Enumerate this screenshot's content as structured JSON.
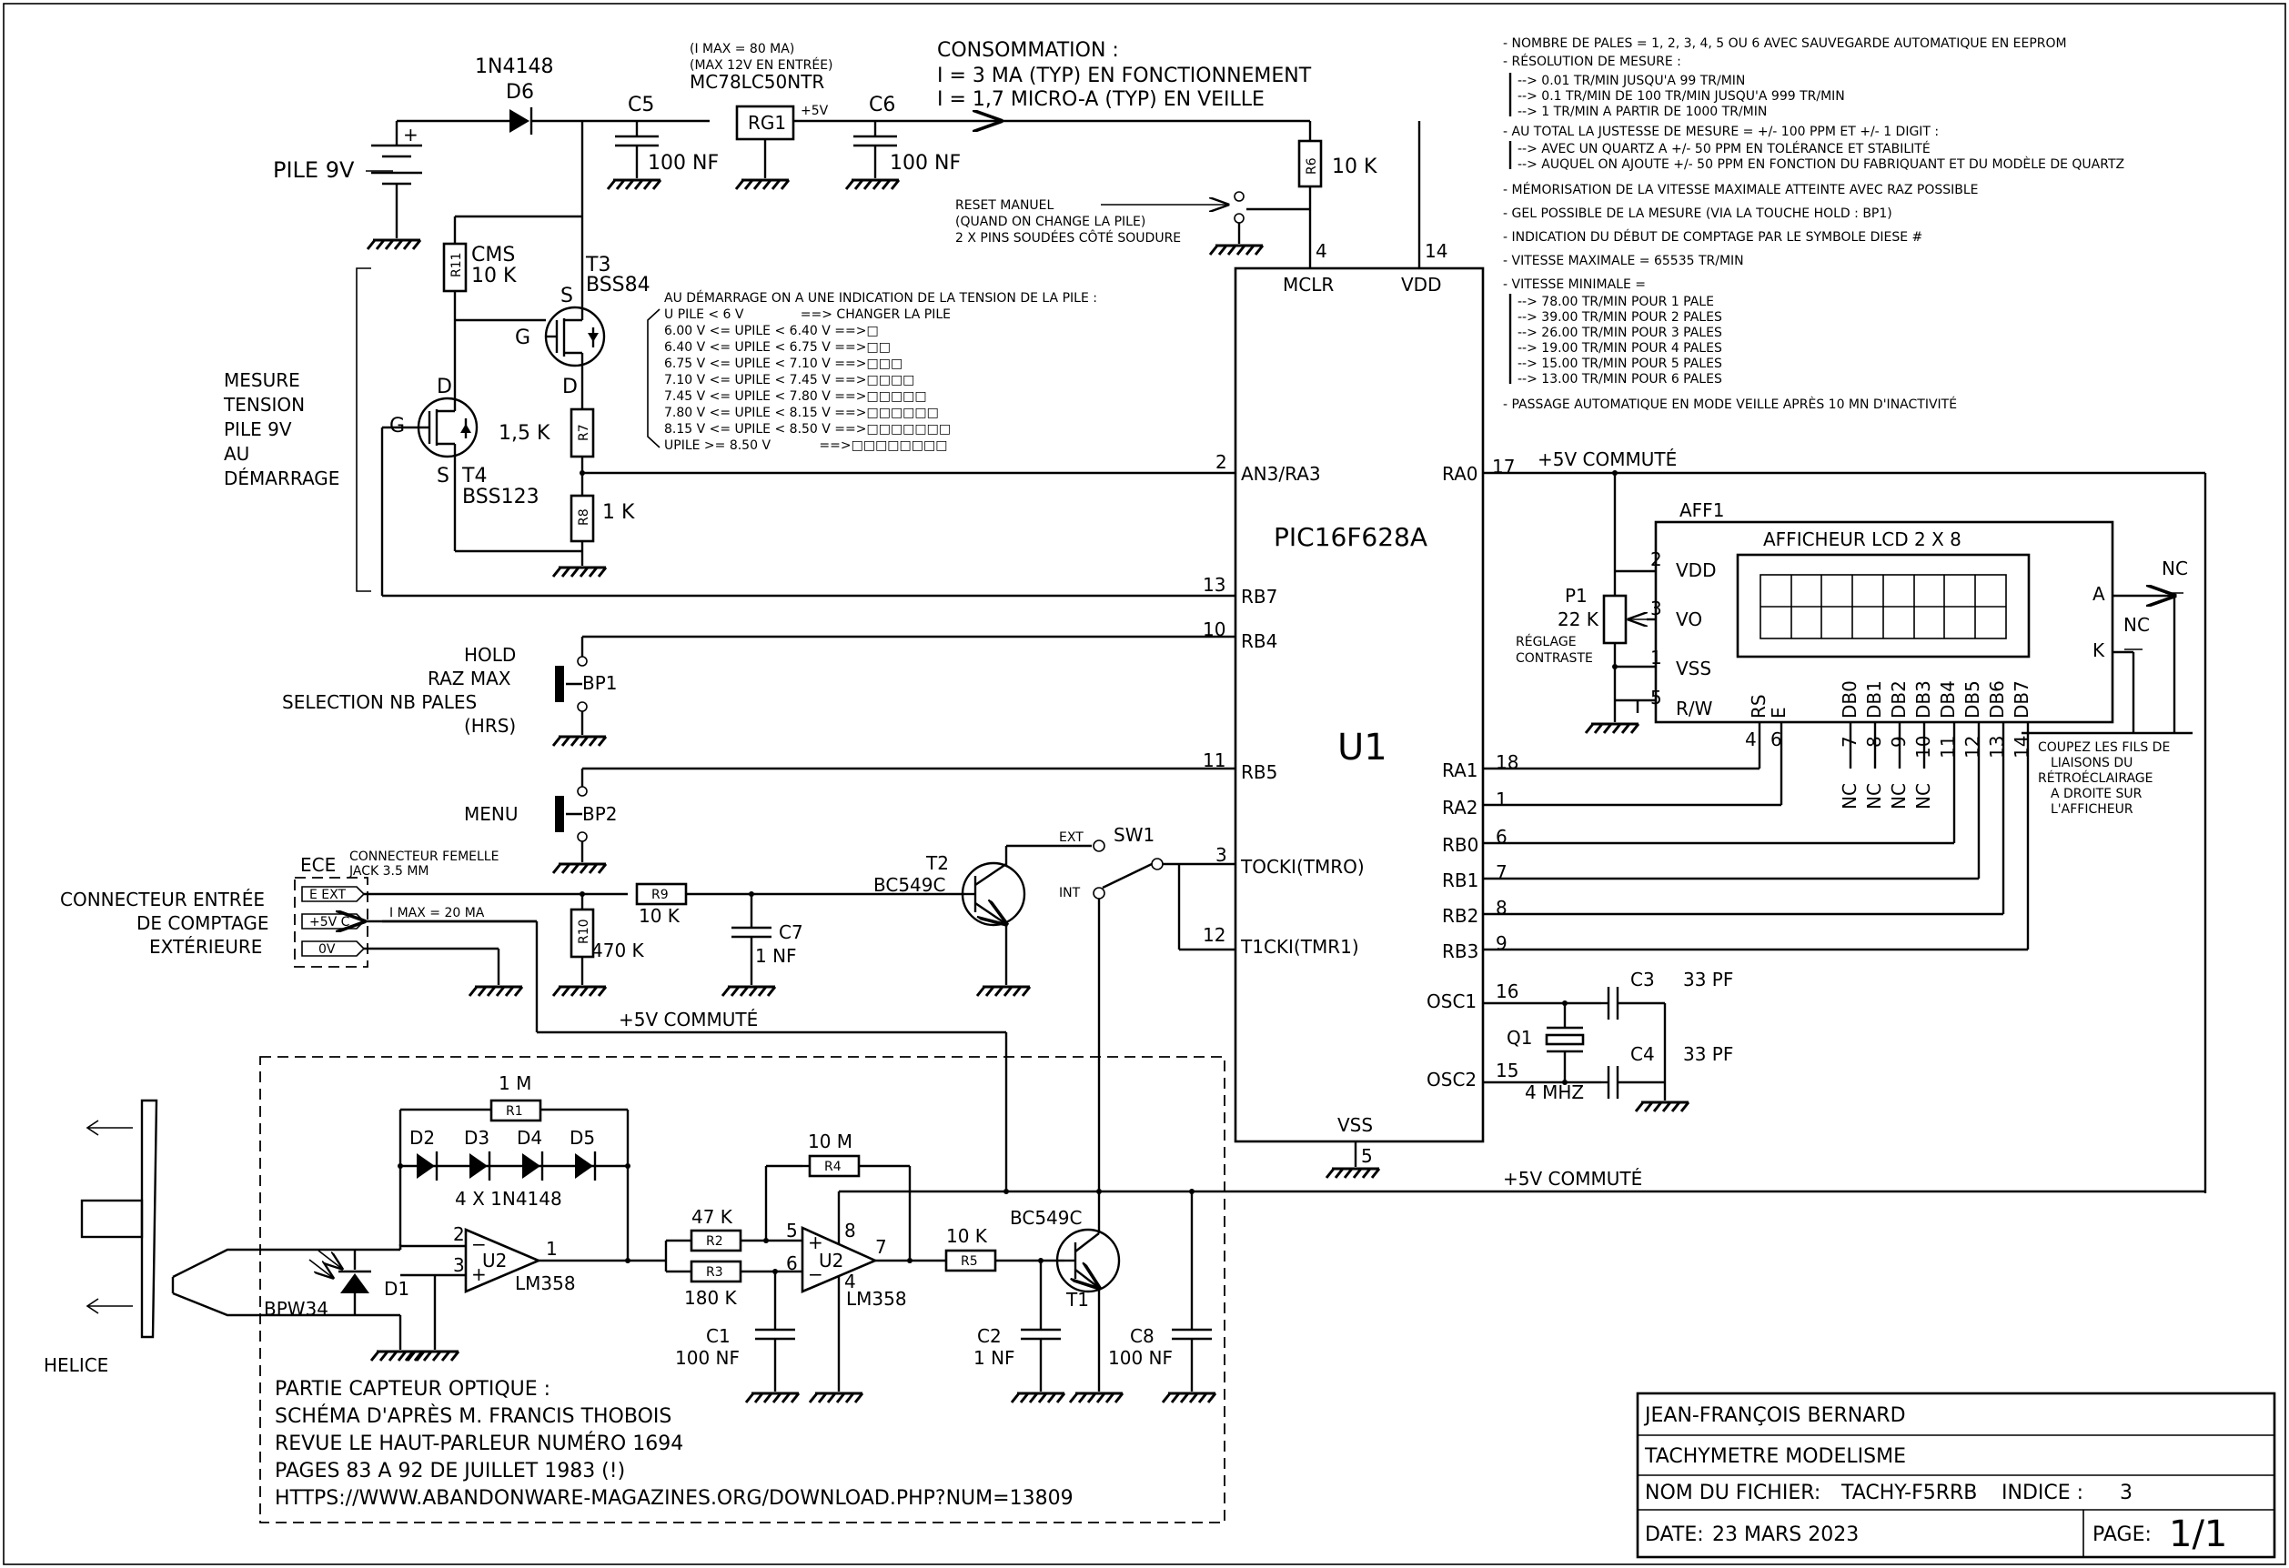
{
  "title_block": {
    "author": "JEAN-FRANÇOIS BERNARD",
    "project": "TACHYMETRE MODELISME",
    "file_label": "NOM DU FICHIER:",
    "file_name": "TACHY-F5RRB",
    "index_label": "INDICE :",
    "index_value": "3",
    "date_label": "DATE:",
    "date_value": "23 MARS 2023",
    "page_label": "PAGE:",
    "page_value": "1/1"
  },
  "notes": [
    "- NOMBRE DE PALES = 1, 2, 3, 4, 5 OU 6 AVEC SAUVEGARDE AUTOMATIQUE EN EEPROM",
    "- RÉSOLUTION DE MESURE :",
    "--> 0.01 TR/MIN JUSQU'A 99 TR/MIN",
    "--> 0.1 TR/MIN DE 100 TR/MIN JUSQU'A 999 TR/MIN",
    "--> 1 TR/MIN A PARTIR DE 1000 TR/MIN",
    "- AU TOTAL LA JUSTESSE DE MESURE = +/- 100 PPM ET +/- 1 DIGIT :",
    "--> AVEC UN QUARTZ A +/- 50 PPM EN TOLÉRANCE ET STABILITÉ",
    "--> AUQUEL ON AJOUTE +/- 50 PPM EN FONCTION DU FABRIQUANT ET DU MODÈLE DE QUARTZ",
    "- MÉMORISATION DE LA VITESSE MAXIMALE ATTEINTE AVEC RAZ POSSIBLE",
    "- GEL POSSIBLE DE LA MESURE (VIA LA TOUCHE HOLD : BP1)",
    "- INDICATION DU DÉBUT DE COMPTAGE PAR LE SYMBOLE DIESE #",
    "- VITESSE MAXIMALE = 65535 TR/MIN",
    "- VITESSE MINIMALE =",
    "--> 78.00 TR/MIN POUR 1 PALE",
    "--> 39.00 TR/MIN POUR 2 PALES",
    "--> 26.00 TR/MIN POUR 3 PALES",
    "--> 19.00 TR/MIN POUR 4 PALES",
    "--> 15.00 TR/MIN POUR 5 PALES",
    "--> 13.00 TR/MIN POUR 6 PALES",
    "- PASSAGE AUTOMATIQUE EN MODE VEILLE APRÈS 10 MN D'INACTIVITÉ"
  ],
  "consumption": {
    "title": "CONSOMMATION :",
    "line1": "I = 3 MA (TYP) EN FONCTIONNEMENT",
    "line2": "I = 1,7 MICRO-A (TYP) EN VEILLE"
  },
  "battery_table": {
    "title": "AU DÉMARRAGE ON A UNE INDICATION DE LA TENSION DE LA PILE :",
    "rows": [
      "U PILE < 6 V              ==> CHANGER LA PILE",
      "6.00 V <= UPILE < 6.40 V ==>□",
      "6.40 V <= UPILE < 6.75 V ==>□□",
      "6.75 V <= UPILE < 7.10 V ==>□□□",
      "7.10 V <= UPILE < 7.45 V ==>□□□□",
      "7.45 V <= UPILE < 7.80 V ==>□□□□□",
      "7.80 V <= UPILE < 8.15 V ==>□□□□□□",
      "8.15 V <= UPILE < 8.50 V ==>□□□□□□□",
      "UPILE >= 8.50 V            ==>□□□□□□□□"
    ]
  },
  "labels": {
    "d6_part": "1N4148",
    "d6": "D6",
    "battery": "PILE 9V",
    "plus": "+",
    "c5": "C5",
    "c5_val": "100 NF",
    "rg1_note1": "(I MAX = 80 MA)",
    "rg1_note2": "(MAX 12V EN ENTRÉE)",
    "rg1_part": "MC78LC50NTR",
    "rg1": "RG1",
    "rg1_out": "+5V",
    "c6": "C6",
    "c6_val": "100 NF",
    "r6": "R6",
    "r6_val": "10 K",
    "reset1": "RESET MANUEL",
    "reset2": "(QUAND ON CHANGE LA PILE)",
    "reset3": "2 X PINS SOUDÉES CÔTÉ SOUDURE",
    "r11": "R11",
    "r11_a": "CMS",
    "r11_b": "10 K",
    "t3": "T3",
    "t3_part": "BSS84",
    "s": "S",
    "g": "G",
    "d": "D",
    "t4": "T4",
    "t4_part": "BSS123",
    "r7": "R7",
    "r7_val": "1,5 K",
    "r8": "R8",
    "r8_val": "1 K",
    "mesure1": "MESURE",
    "mesure2": "TENSION",
    "mesure3": "PILE 9V",
    "mesure4": "AU",
    "mesure5": "DÉMARRAGE",
    "pic": "PIC16F628A",
    "u1": "U1",
    "mclr": "MCLR",
    "vdd": "VDD",
    "vss": "VSS",
    "an3": "AN3/RA3",
    "rb7": "RB7",
    "rb4": "RB4",
    "rb5": "RB5",
    "tocki": "TOCKI(TMRO)",
    "t1cki": "T1CKI(TMR1)",
    "ra0": "RA0",
    "ra1": "RA1",
    "ra2": "RA2",
    "rb0": "RB0",
    "rb1": "RB1",
    "rb2": "RB2",
    "rb3": "RB3",
    "osc1": "OSC1",
    "osc2": "OSC2",
    "p4": "4",
    "p14": "14",
    "p2": "2",
    "p13": "13",
    "p10": "10",
    "p11": "11",
    "p3": "3",
    "p12": "12",
    "p17": "17",
    "p18": "18",
    "p1": "1",
    "p6": "6",
    "p7": "7",
    "p8": "8",
    "p9": "9",
    "p16": "16",
    "p15": "15",
    "p5": "5",
    "plus5c": "+5V COMMUTÉ",
    "hold1": "HOLD",
    "hold2": "RAZ MAX",
    "hold3": "SELECTION NB PALES",
    "hold4": "(HRS)",
    "bp1": "BP1",
    "menu": "MENU",
    "bp2": "BP2",
    "ece": "ECE",
    "ece_note1": "CONNECTEUR FEMELLE",
    "ece_note2": "JACK 3.5 MM",
    "ece1": "E EXT",
    "ece2": "+5V C",
    "ece3": "0V",
    "conn1": "CONNECTEUR ENTRÉE",
    "conn2": "DE COMPTAGE",
    "conn3": "EXTÉRIEURE",
    "imax20": "I MAX = 20 MA",
    "r9": "R9",
    "r9_val": "10 K",
    "r10": "R10",
    "r10_val": "470 K",
    "c7": "C7",
    "c7_val": "1 NF",
    "t2": "T2",
    "t2_part": "BC549C",
    "sw1": "SW1",
    "ext": "EXT",
    "int": "INT",
    "aff1": "AFF1",
    "lcd": "AFFICHEUR LCD 2 X 8",
    "p1_pot": "P1",
    "p1_val": "22 K",
    "reglage1": "RÉGLAGE",
    "reglage2": "CONTRASTE",
    "lcd_vdd": "VDD",
    "lcd_vo": "VO",
    "lcd_vss": "VSS",
    "lcd_rw": "R/W",
    "lcd_rs": "RS",
    "lcd_e": "E",
    "db0": "DB0",
    "db1": "DB1",
    "db2": "DB2",
    "db3": "DB3",
    "db4": "DB4",
    "db5": "DB5",
    "db6": "DB6",
    "db7": "DB7",
    "nc": "NC",
    "lcd_a": "A",
    "lcd_k": "K",
    "coupez1": "COUPEZ LES FILS DE",
    "coupez2": "LIAISONS DU",
    "coupez3": "RÉTROÉCLAIRAGE",
    "coupez4": "A DROITE SUR",
    "coupez5": "L'AFFICHEUR",
    "c3": "C3",
    "c3_val": "33 PF",
    "c4": "C4",
    "c4_val": "33 PF",
    "q1": "Q1",
    "q1_val": "4 MHZ",
    "r1": "R1",
    "r1_val": "1 M",
    "d2": "D2",
    "d3": "D3",
    "d4": "D4",
    "d5": "D5",
    "diodes": "4 X 1N4148",
    "u2": "U2",
    "lm358": "LM358",
    "r2": "R2",
    "r2_val": "47 K",
    "r3": "R3",
    "r3_val": "180 K",
    "r4": "R4",
    "r4_val": "10 M",
    "r5": "R5",
    "r5_val": "10 K",
    "t1": "T1",
    "t1_part": "BC549C",
    "c1": "C1",
    "c1_val": "100 NF",
    "c2": "C2",
    "c2_val": "1 NF",
    "c8": "C8",
    "c8_val": "100 NF",
    "bpw34": "BPW34",
    "d1": "D1",
    "helice": "HELICE",
    "capteur1": "PARTIE CAPTEUR OPTIQUE :",
    "capteur2": "SCHÉMA D'APRÈS M. FRANCIS THOBOIS",
    "capteur3": "REVUE LE HAUT-PARLEUR NUMÉRO 1694",
    "capteur4": "PAGES 83 A 92 DE JUILLET 1983 (!)",
    "capteur5": "HTTPS://WWW.ABANDONWARE-MAGAZINES.ORG/DOWNLOAD.PHP?NUM=13809"
  }
}
